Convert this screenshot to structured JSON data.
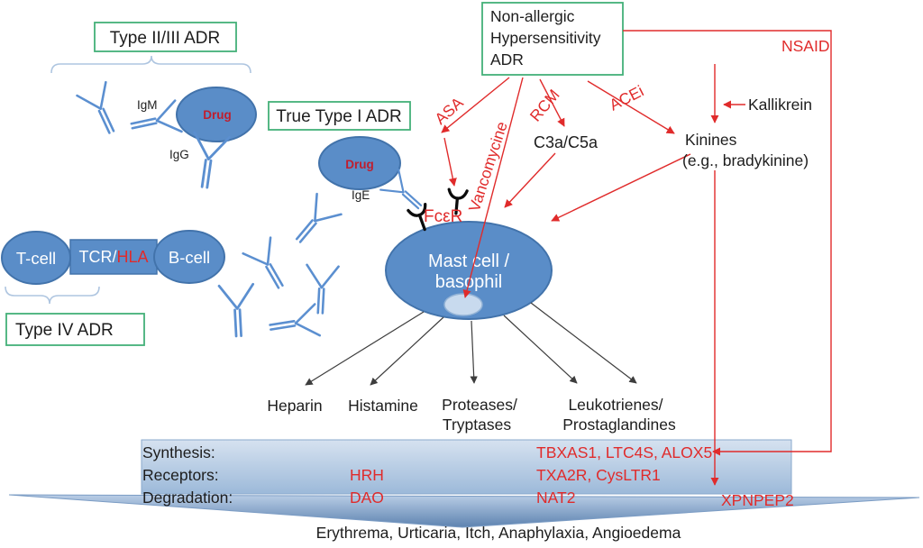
{
  "colors": {
    "antibody_blue": "#5b8fd0",
    "cell_fill": "#5a8dc8",
    "cell_stroke": "#4273ab",
    "granule_fill": "#c8daee",
    "green_border": "#44b078",
    "red": "#e02b2b",
    "drug_red": "#bf1e2e",
    "banner_light": "#d6e2f0",
    "banner_dark": "#9cb9d9",
    "triangle_dark": "#5d83b0"
  },
  "boxes": {
    "type23": "Type II/III ADR",
    "true_type1": "True Type I ADR",
    "type4": "Type IV ADR",
    "na1": "Non-allergic",
    "na2": "Hypersensitivity",
    "na3": "ADR"
  },
  "cells": {
    "tcell": "T-cell",
    "tcr": "TCR/",
    "hla": "HLA",
    "bcell": "B-cell",
    "drug": "Drug",
    "mast1": "Mast cell /",
    "mast2": "basophil"
  },
  "ig": {
    "igm": "IgM",
    "igg": "IgG",
    "ige": "IgE"
  },
  "triggers": {
    "asa": "ASA",
    "vancomycine": "Vancomycine",
    "rcm": "RCM",
    "acei": "ACEi",
    "nsaid": "NSAID",
    "kallikrein": "Kallikrein"
  },
  "receptor": {
    "fcer": "FcεR"
  },
  "pathway": {
    "c3a": "C3a/C5a",
    "kinines": "Kinines",
    "kinines_eg": "(e.g., bradykinine)"
  },
  "mediators": {
    "heparin": "Heparin",
    "histamine": "Histamine",
    "proteases1": "Proteases/",
    "proteases2": "Tryptases",
    "leuko1": "Leukotrienes/",
    "leuko2": "Prostaglandines"
  },
  "banner": {
    "synthesis": "Synthesis:",
    "receptors": "Receptors:",
    "degradation": "Degradation:",
    "synthesis_genes": "TBXAS1, LTC4S, ALOX5",
    "hrh": "HRH",
    "txa2r": "TXA2R, CysLTR1",
    "dao": "DAO",
    "nat2": "NAT2",
    "xpnpep2": "XPNPEP2"
  },
  "outcome": "Erythrema, Urticaria, Itch, Anaphylaxia, Angioedema"
}
